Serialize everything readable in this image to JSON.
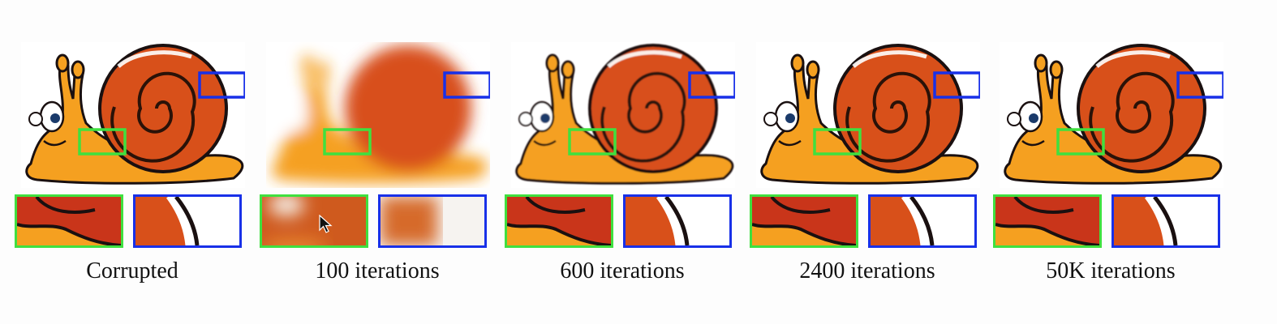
{
  "panels": [
    {
      "caption": "Corrupted",
      "variant": "sharp"
    },
    {
      "caption": "100 iterations",
      "variant": "blurry"
    },
    {
      "caption": "600 iterations",
      "variant": "mid"
    },
    {
      "caption": "2400 iterations",
      "variant": "sharp"
    },
    {
      "caption": "50K iterations",
      "variant": "sharp"
    }
  ],
  "colors": {
    "crop_green": "#3fe03f",
    "crop_blue": "#1830e8",
    "snail_body": "#f5a020",
    "snail_shell": "#d8501a",
    "outline": "#1a1010"
  }
}
